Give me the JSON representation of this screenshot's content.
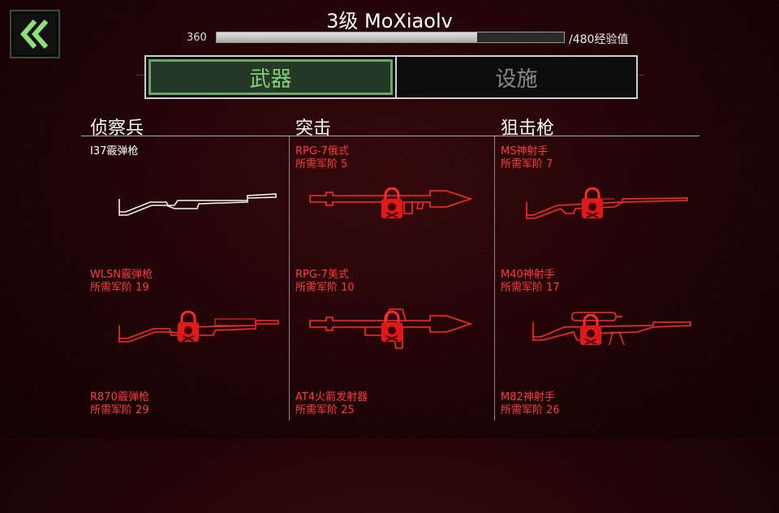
{
  "header": {
    "title": "3级 MoXiaolv",
    "xp_current": "360",
    "xp_max_label": "/480经验值",
    "xp_fraction": 0.75
  },
  "tabs": [
    {
      "label": "武器",
      "active": true
    },
    {
      "label": "设施",
      "active": false
    }
  ],
  "columns": [
    {
      "title": "侦察兵",
      "items": [
        {
          "name": "I37霰弹枪",
          "requirement": "",
          "locked": false,
          "icon": "shotgun-icon"
        },
        {
          "name": "WLSN霰弹枪",
          "requirement": "所需军阶 19",
          "locked": true,
          "icon": "shotgun-icon"
        },
        {
          "name": "R870霰弹枪",
          "requirement": "所需军阶 29",
          "locked": true,
          "icon": "shotgun-icon"
        }
      ]
    },
    {
      "title": "突击",
      "items": [
        {
          "name": "RPG-7俄式",
          "requirement": "所需军阶 5",
          "locked": true,
          "icon": "rocket-launcher-icon"
        },
        {
          "name": "RPG-7美式",
          "requirement": "所需军阶 10",
          "locked": true,
          "icon": "rocket-launcher-icon"
        },
        {
          "name": "AT4火箭发射器",
          "requirement": "所需军阶 25",
          "locked": true,
          "icon": "rocket-launcher-icon"
        }
      ]
    },
    {
      "title": "狙击枪",
      "items": [
        {
          "name": "MS神射手",
          "requirement": "所需军阶 7",
          "locked": true,
          "icon": "sniper-rifle-icon"
        },
        {
          "name": "M40神射手",
          "requirement": "所需军阶 17",
          "locked": true,
          "icon": "sniper-rifle-icon"
        },
        {
          "name": "M82神射手",
          "requirement": "所需军阶 26",
          "locked": true,
          "icon": "sniper-rifle-icon"
        }
      ]
    }
  ],
  "colors": {
    "locked_red": "#ff3a3a",
    "tab_active_green": "#7fcf7f"
  },
  "icons": {
    "back": "double-chevron-left-icon",
    "lock": "padlock-skull-icon"
  }
}
